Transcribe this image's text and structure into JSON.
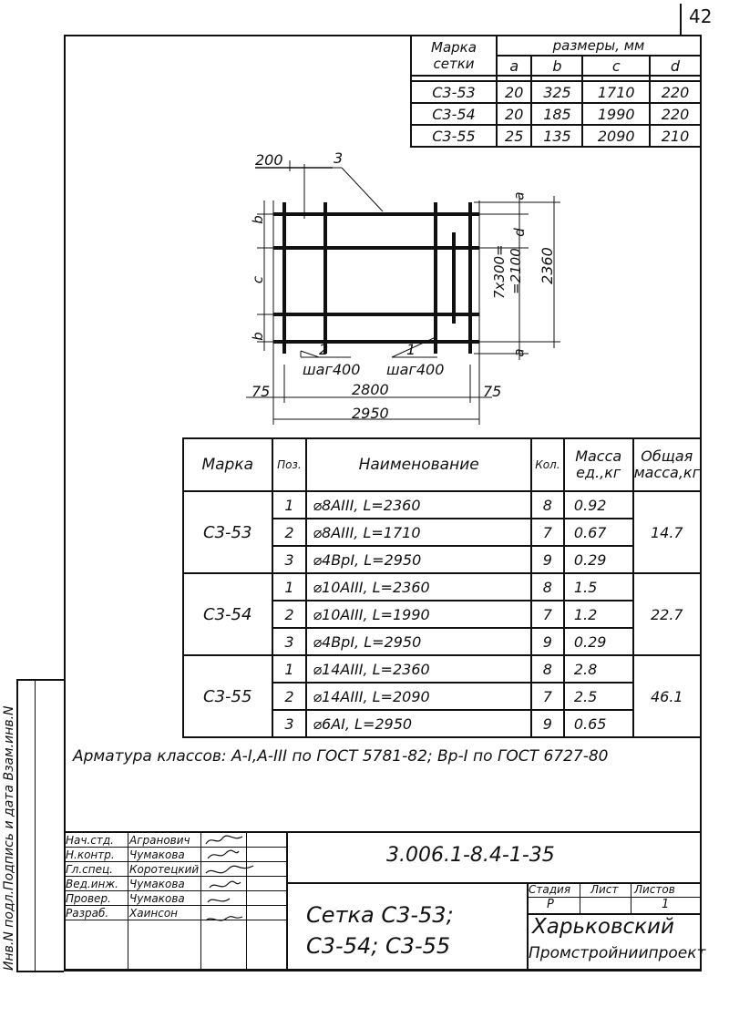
{
  "page_number": "42",
  "dims_table": {
    "header_mark": "Марка",
    "header_mark2": "сетки",
    "header_sizes": "размеры, мм",
    "cols": [
      "a",
      "b",
      "c",
      "d"
    ],
    "rows": [
      {
        "mark": "С3-53",
        "a": "20",
        "b": "325",
        "c": "1710",
        "d": "220"
      },
      {
        "mark": "С3-54",
        "a": "20",
        "b": "185",
        "c": "1990",
        "d": "220"
      },
      {
        "mark": "С3-55",
        "a": "25",
        "b": "135",
        "c": "2090",
        "d": "210"
      }
    ]
  },
  "drawing": {
    "dim_200": "200",
    "callout_3": "3",
    "callout_2": "2",
    "callout_1": "1",
    "step_2": "шаг400",
    "step_1": "шаг400",
    "dim_75_left": "75",
    "dim_2800": "2800",
    "dim_75_right": "75",
    "dim_2950": "2950",
    "label_a_top": "a",
    "label_d": "d",
    "label_7x300": "7x300=",
    "label_2100": "=2100",
    "label_2360": "2360",
    "label_a_bottom": "a",
    "label_b_top": "b",
    "label_c": "c",
    "label_b_bottom": "b"
  },
  "spec_table": {
    "headers": {
      "mark": "Марка",
      "pos": "Поз.",
      "name": "Наименование",
      "qty": "Кол.",
      "unit_mass_1": "Масса",
      "unit_mass_2": "ед.,кг",
      "total_mass_1": "Общая",
      "total_mass_2": "масса,кг"
    },
    "groups": [
      {
        "mark": "С3-53",
        "total": "14.7",
        "items": [
          {
            "pos": "1",
            "name": "⌀8AIII, L=2360",
            "qty": "8",
            "mass": "0.92"
          },
          {
            "pos": "2",
            "name": "⌀8AIII, L=1710",
            "qty": "7",
            "mass": "0.67"
          },
          {
            "pos": "3",
            "name": "⌀4BpI, L=2950",
            "qty": "9",
            "mass": "0.29"
          }
        ]
      },
      {
        "mark": "С3-54",
        "total": "22.7",
        "items": [
          {
            "pos": "1",
            "name": "⌀10AIII, L=2360",
            "qty": "8",
            "mass": "1.5"
          },
          {
            "pos": "2",
            "name": "⌀10AIII, L=1990",
            "qty": "7",
            "mass": "1.2"
          },
          {
            "pos": "3",
            "name": "⌀4BpI, L=2950",
            "qty": "9",
            "mass": "0.29"
          }
        ]
      },
      {
        "mark": "С3-55",
        "total": "46.1",
        "items": [
          {
            "pos": "1",
            "name": "⌀14AIII, L=2360",
            "qty": "8",
            "mass": "2.8"
          },
          {
            "pos": "2",
            "name": "⌀14AIII, L=2090",
            "qty": "7",
            "mass": "2.5"
          },
          {
            "pos": "3",
            "name": "⌀6AI, L=2950",
            "qty": "9",
            "mass": "0.65"
          }
        ]
      }
    ]
  },
  "note": "Арматура классов: A-I,A-III по ГОСТ 5781-82; Bp-I по ГОСТ 6727-80",
  "side_label": "Инв.N подл.Подпись и дата Взам.инв.N",
  "title_block": {
    "roles": [
      {
        "role": "Нач.стд.",
        "name": "Агранович"
      },
      {
        "role": "Н.контр.",
        "name": "Чумакова"
      },
      {
        "role": "Гл.спец.",
        "name": "Коротецкий"
      },
      {
        "role": "Вед.инж.",
        "name": "Чумакова"
      },
      {
        "role": "Провер.",
        "name": "Чумакова"
      },
      {
        "role": "Разраб.",
        "name": "Хаинсон"
      }
    ],
    "doc_code": "3.006.1-8.4-1-35",
    "title_line1": "Сетка С3-53;",
    "title_line2": "С3-54; С3-55",
    "stage_label": "Стадия",
    "sheet_label": "Лист",
    "sheets_label": "Листов",
    "stage_value": "Р",
    "sheets_value": "1",
    "org_line1": "Харьковский",
    "org_line2": "Промстройниипроект"
  }
}
